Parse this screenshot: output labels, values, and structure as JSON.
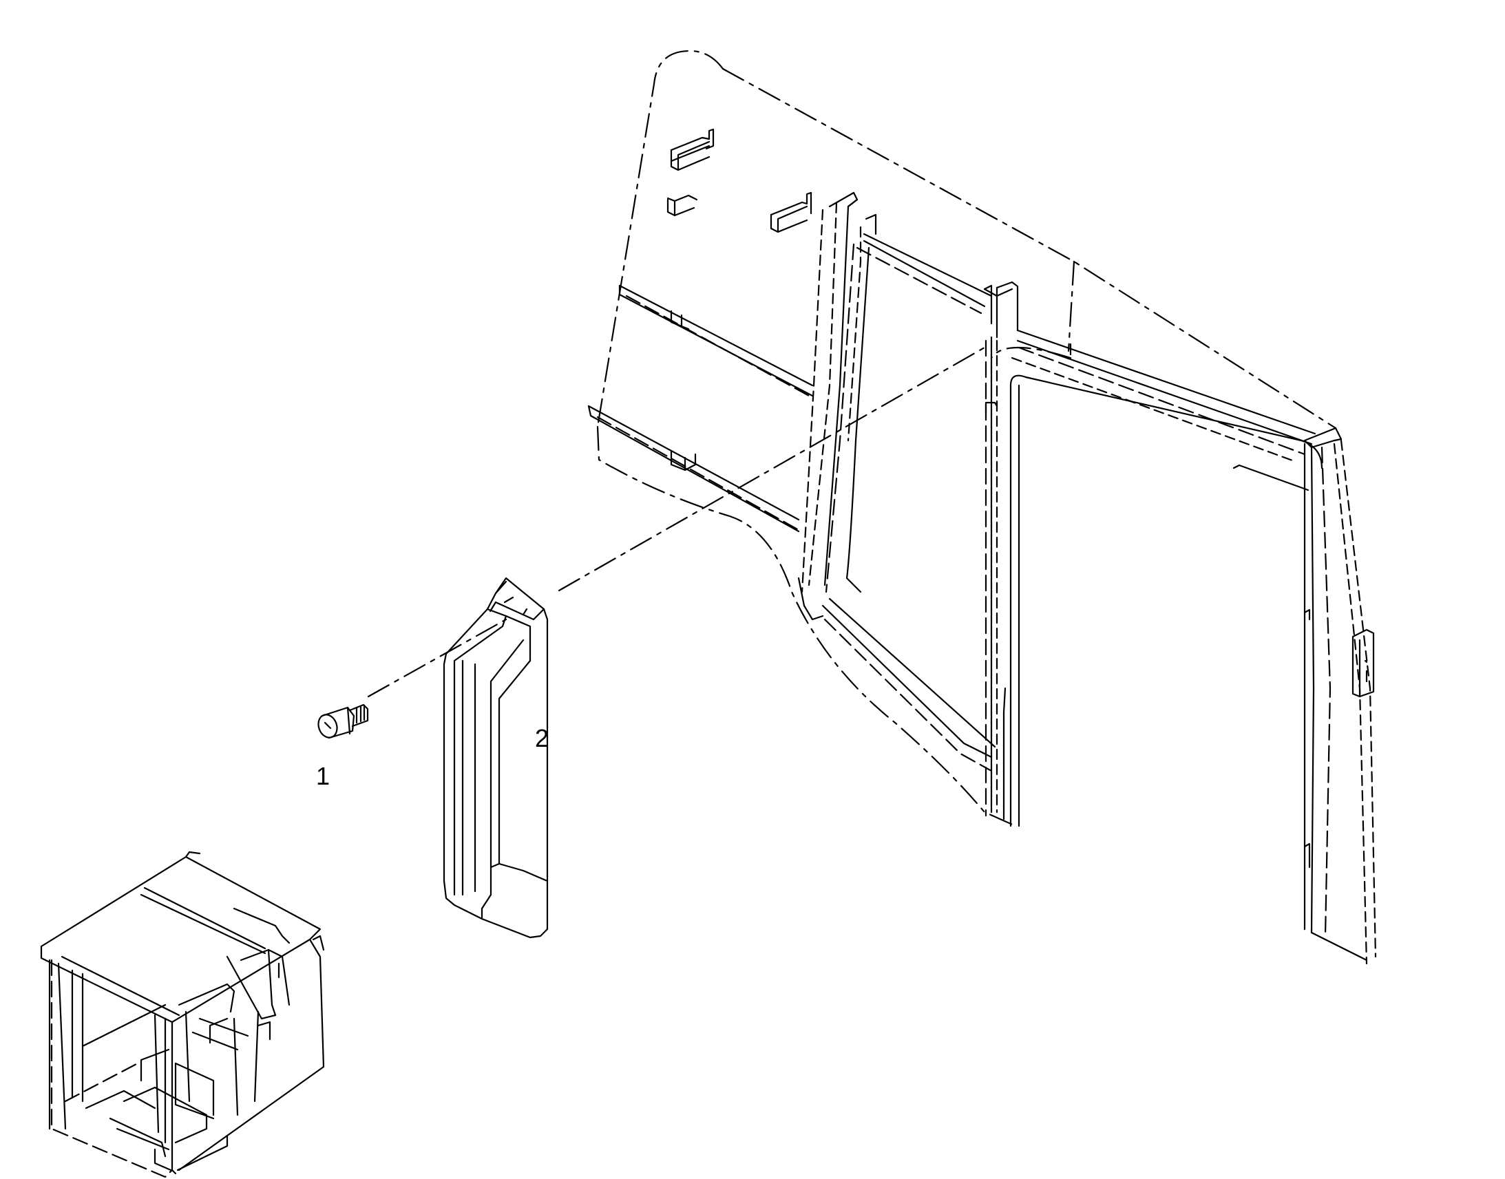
{
  "diagram": {
    "callouts": [
      {
        "id": "1",
        "label": "1",
        "part": "screw"
      },
      {
        "id": "2",
        "label": "2",
        "part": "handle"
      }
    ],
    "colors": {
      "line": "#000000",
      "background": "#ffffff"
    }
  }
}
